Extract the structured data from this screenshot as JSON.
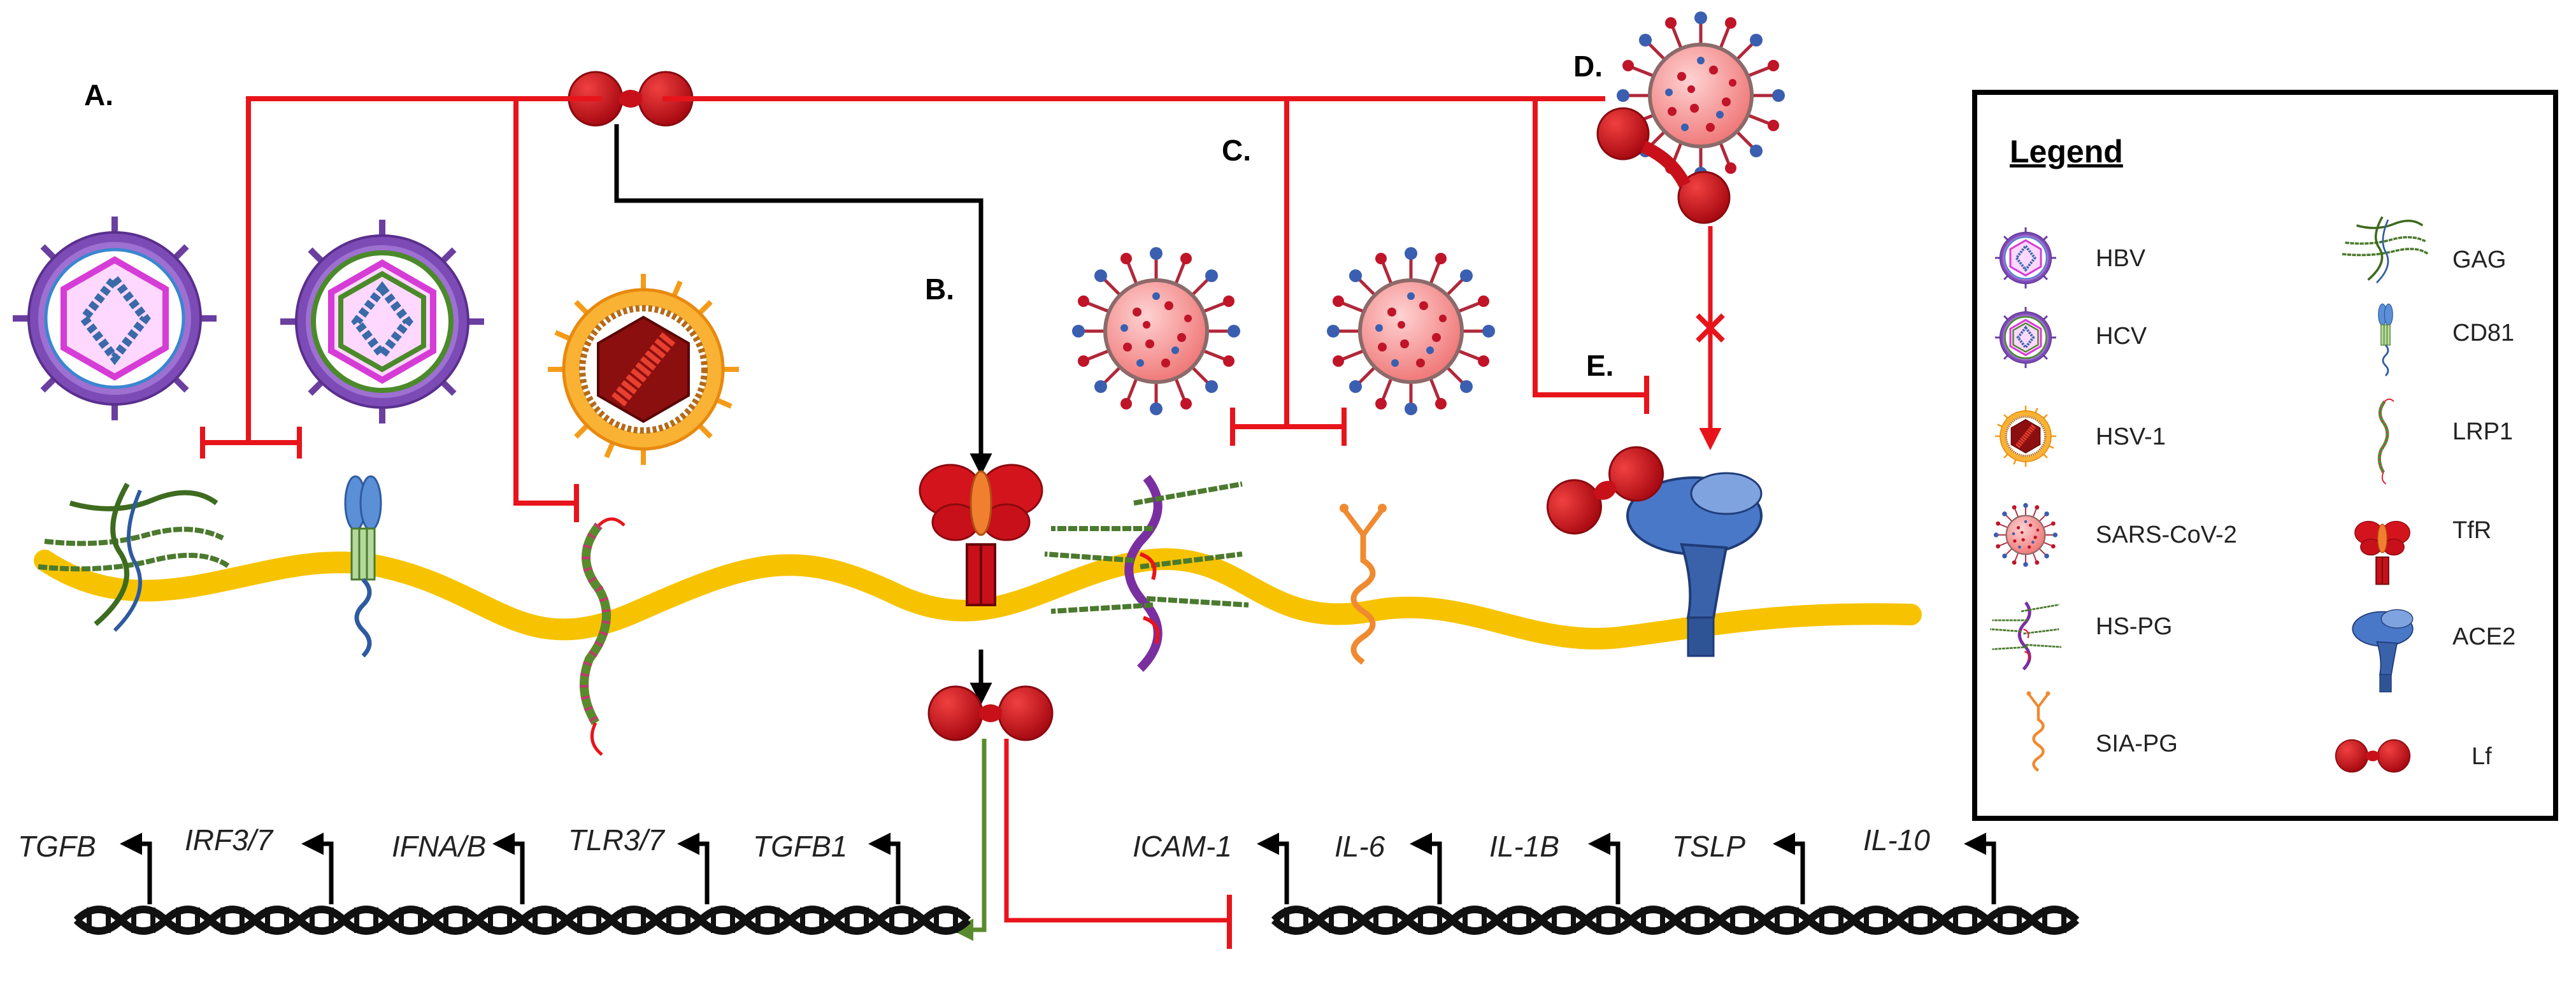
{
  "panel_labels": {
    "a": "A.",
    "b": "B.",
    "c": "C.",
    "d": "D.",
    "e": "E."
  },
  "genes_left": [
    "TGFB",
    "IRF3/7",
    "IFNA/B",
    "TLR3/7",
    "TGFB1"
  ],
  "genes_right": [
    "ICAM-1",
    "IL-6",
    "IL-1B",
    "TSLP",
    "IL-10"
  ],
  "legend": {
    "title": "Legend",
    "left": [
      "HBV",
      "HCV",
      "HSV-1",
      "SARS-CoV-2",
      "HS-PG",
      "SIA-PG"
    ],
    "right": [
      "GAG",
      "CD81",
      "LRP1",
      "TfR",
      "ACE2",
      "Lf"
    ]
  },
  "colors": {
    "inhibit": "#e8141b",
    "activate": "#000000",
    "upregulate": "#5a8a2e",
    "membrane": "#f7c300",
    "lf": "#c8101a",
    "dna": "#111111"
  },
  "icons": [
    "hbv-icon",
    "hcv-icon",
    "hsv1-icon",
    "sars-cov-2-icon",
    "hs-pg-icon",
    "sia-pg-icon",
    "gag-icon",
    "cd81-icon",
    "lrp1-icon",
    "tfr-icon",
    "ace2-icon",
    "lf-icon"
  ]
}
